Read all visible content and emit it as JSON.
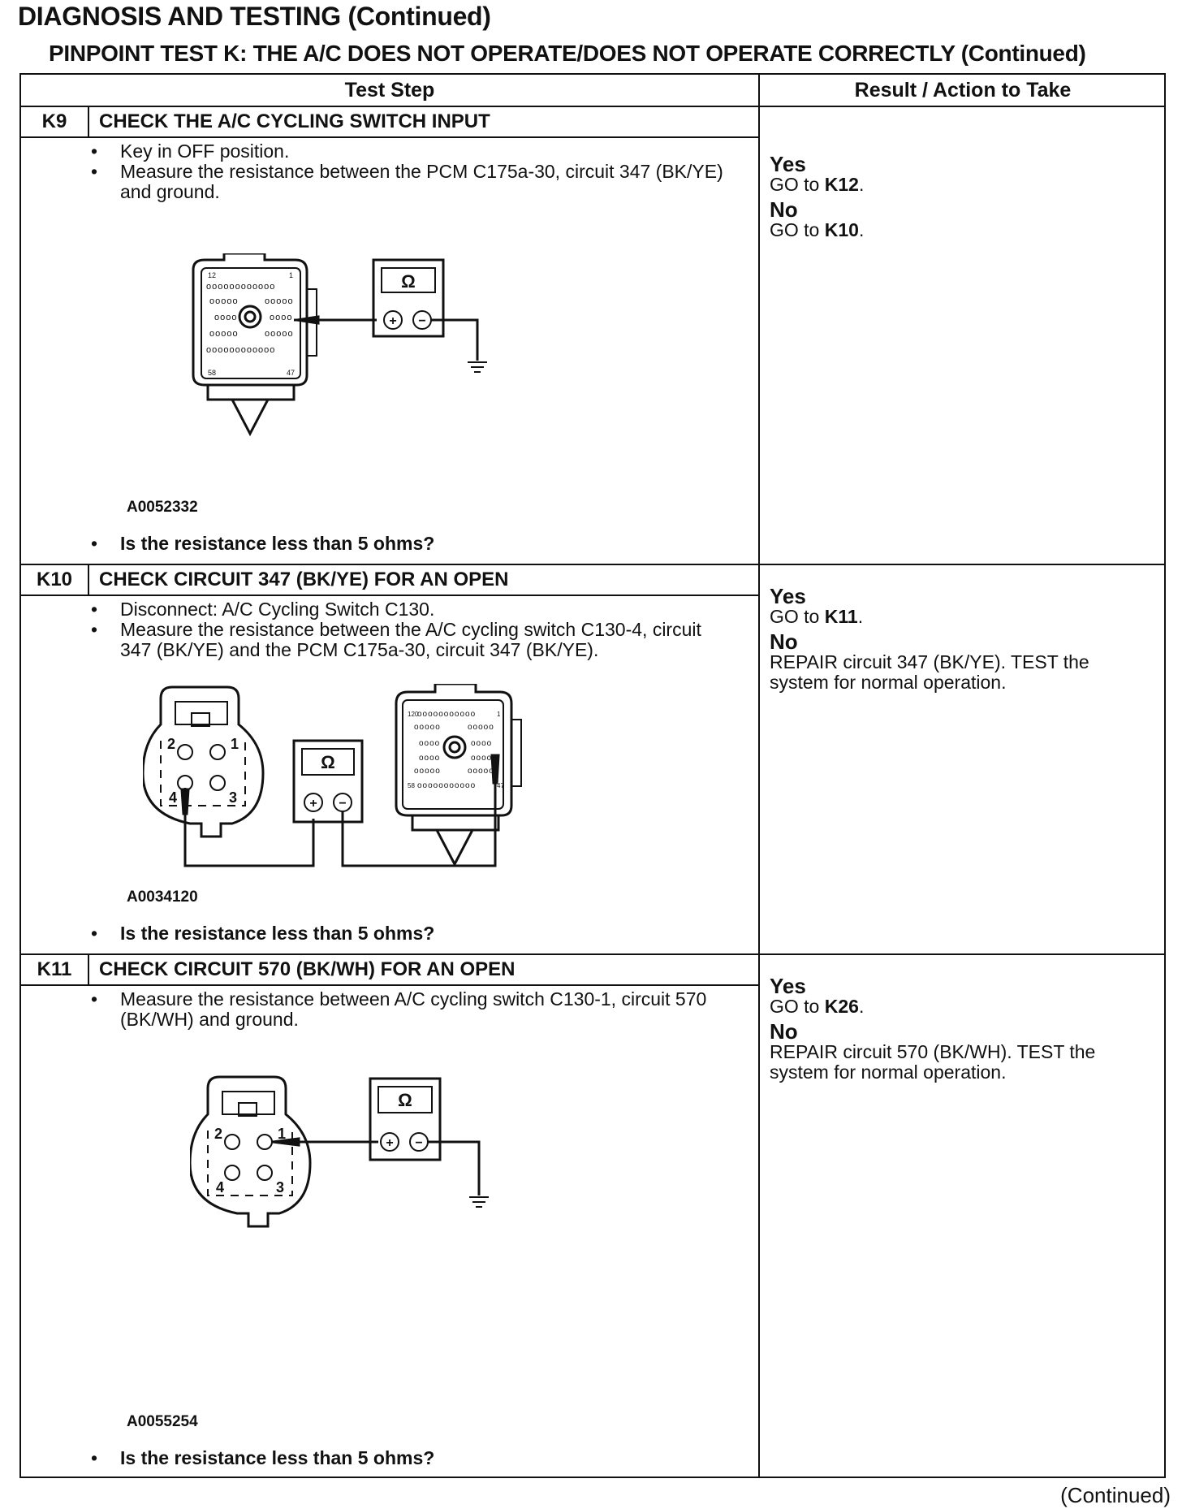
{
  "page": {
    "title": "DIAGNOSIS AND TESTING (Continued)",
    "subtitle": "PINPOINT TEST  K: THE A/C DOES NOT OPERATE/DOES NOT OPERATE CORRECTLY (Continued)",
    "footer": "(Continued)"
  },
  "table": {
    "col_test_step": "Test Step",
    "col_result": "Result / Action to Take"
  },
  "steps": [
    {
      "id": "K9",
      "title": "CHECK THE A/C CYCLING SWITCH INPUT",
      "bullets": [
        "Key in OFF position.",
        "Measure the resistance between the PCM C175a-30, circuit 347 (BK/YE) and ground."
      ],
      "figure": {
        "id": "A0052332",
        "meter_symbol": "Ω",
        "plus": "+",
        "minus": "−",
        "pin_labels": [
          "12",
          "1",
          "58",
          "47"
        ]
      },
      "question": "Is the resistance less than 5 ohms?",
      "results": [
        {
          "label": "Yes",
          "action_prefix": "GO to ",
          "action_target": "K12",
          "action_suffix": "."
        },
        {
          "label": "No",
          "action_prefix": "GO to ",
          "action_target": "K10",
          "action_suffix": "."
        }
      ]
    },
    {
      "id": "K10",
      "title": "CHECK CIRCUIT 347 (BK/YE) FOR AN OPEN",
      "bullets": [
        "Disconnect: A/C Cycling Switch C130.",
        "Measure the resistance between the A/C cycling switch C130-4, circuit 347 (BK/YE) and the PCM C175a-30, circuit 347 (BK/YE)."
      ],
      "figure": {
        "id": "A0034120",
        "meter_symbol": "Ω",
        "plus": "+",
        "minus": "−",
        "switch_pins": [
          "2",
          "1",
          "4",
          "3"
        ],
        "pcm_pin_labels": [
          "120",
          "1",
          "58",
          "47"
        ]
      },
      "question": "Is the resistance less than 5 ohms?",
      "results": [
        {
          "label": "Yes",
          "action_prefix": "GO to ",
          "action_target": "K11",
          "action_suffix": "."
        },
        {
          "label": "No",
          "action_prefix": "",
          "action_target": "",
          "action_suffix": "REPAIR circuit 347 (BK/YE). TEST the system for normal operation."
        }
      ]
    },
    {
      "id": "K11",
      "title": "CHECK CIRCUIT 570 (BK/WH) FOR AN OPEN",
      "bullets": [
        "Measure the resistance between A/C cycling switch C130-1, circuit 570 (BK/WH) and ground."
      ],
      "figure": {
        "id": "A0055254",
        "meter_symbol": "Ω",
        "plus": "+",
        "minus": "−",
        "switch_pins": [
          "2",
          "1",
          "4",
          "3"
        ]
      },
      "question": "Is the resistance less than 5 ohms?",
      "results": [
        {
          "label": "Yes",
          "action_prefix": "GO to ",
          "action_target": "K26",
          "action_suffix": "."
        },
        {
          "label": "No",
          "action_prefix": "",
          "action_target": "",
          "action_suffix": "REPAIR circuit 570 (BK/WH). TEST the system for normal operation."
        }
      ]
    }
  ]
}
